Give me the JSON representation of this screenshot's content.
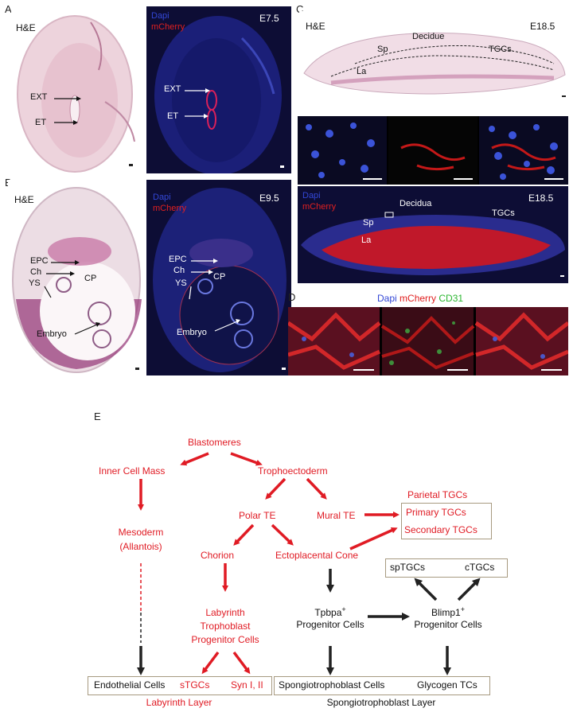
{
  "panels": {
    "A": {
      "letter": "A",
      "he": {
        "stain": "H&E",
        "labels": [
          "EXT",
          "ET"
        ]
      },
      "fl": {
        "stage": "E7.5",
        "dapi": "Dapi",
        "mcherry": "mCherry",
        "labels": [
          "EXT",
          "ET"
        ]
      }
    },
    "B": {
      "letter": "B",
      "he": {
        "stain": "H&E",
        "labels": [
          "EPC",
          "Ch",
          "YS",
          "CP",
          "Embryo"
        ]
      },
      "fl": {
        "stage": "E9.5",
        "dapi": "Dapi",
        "mcherry": "mCherry",
        "labels": [
          "EPC",
          "Ch",
          "YS",
          "CP",
          "Embryo"
        ]
      }
    },
    "C": {
      "letter": "C",
      "he": {
        "stain": "H&E",
        "stage": "E18.5",
        "labels": [
          "Decidue",
          "Sp",
          "TGCs",
          "La"
        ]
      },
      "fl": {
        "stage": "E18.5",
        "dapi": "Dapi",
        "mcherry": "mCherry",
        "labels": [
          "Decidua",
          "Sp",
          "TGCs",
          "La"
        ]
      }
    },
    "D": {
      "letter": "D",
      "dapi": "Dapi",
      "mcherry": "mCherry",
      "cd31": "CD31"
    },
    "E": {
      "letter": "E"
    }
  },
  "flowchart": {
    "blastomeres": "Blastomeres",
    "icm": "Inner Cell Mass",
    "troph": "Trophoectoderm",
    "polar": "Polar TE",
    "mural": "Mural TE",
    "parietal": "Parietal TGCs",
    "primary": "Primary TGCs",
    "secondary": "Secondary TGCs",
    "mesoderm": "Mesoderm",
    "allantois": "(Allantois)",
    "chorion": "Chorion",
    "epc": "Ectoplacental Cone",
    "lab1": "Labyrinth",
    "lab2": "Trophoblast",
    "lab3": "Progenitor Cells",
    "tpbpa": "Tpbpa",
    "tpbpa_sup": "+",
    "tpbpa_cells": "Progenitor Cells",
    "blimp": "Blimp1",
    "blimp_sup": "+",
    "blimp_cells": "Progenitor Cells",
    "sptgc": "spTGCs",
    "ctgc": "cTGCs",
    "endo": "Endothelial Cells",
    "stgc": "sTGCs",
    "syn": "Syn I, II",
    "spongio_cells": "Spongiotrophoblast Cells",
    "glyco": "Glycogen TCs",
    "lab_layer": "Labyrinth Layer",
    "spongio_layer": "Spongiotrophoblast Layer"
  },
  "colors": {
    "red": "#e01b24",
    "dapi_blue": "#3347d6",
    "mcherry_red": "#e02020",
    "cd31_green": "#29b52e",
    "box_border": "#a79a80"
  }
}
